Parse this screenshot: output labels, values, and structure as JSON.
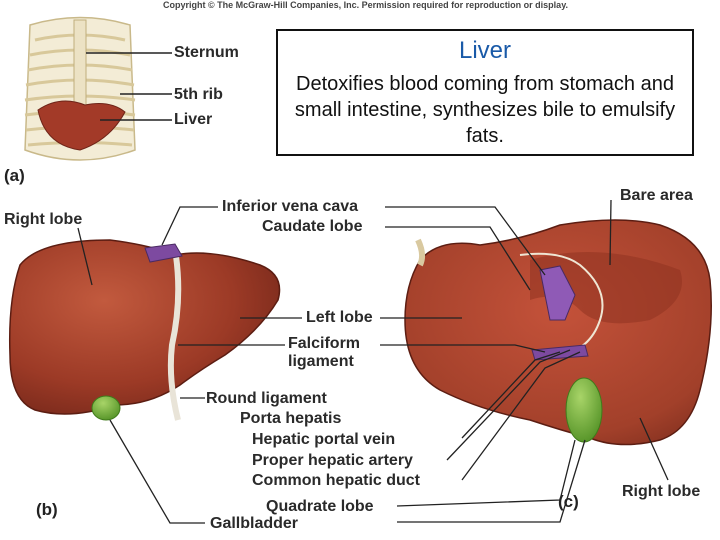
{
  "copyright": "Copyright © The McGraw-Hill Companies, Inc. Permission required for reproduction or display.",
  "infobox": {
    "title": "Liver",
    "description": "Detoxifies blood coming from stomach and small intestine, synthesizes bile to emulsify fats."
  },
  "panel_a": {
    "letter": "(a)",
    "labels": {
      "sternum": "Sternum",
      "fifth_rib": "5th rib",
      "liver": "Liver"
    }
  },
  "panel_b": {
    "letter": "(b)",
    "labels": {
      "right_lobe": "Right lobe",
      "inferior_vena_cava": "Inferior vena cava",
      "caudate_lobe": "Caudate lobe",
      "left_lobe": "Left lobe",
      "falciform_ligament_1": "Falciform",
      "falciform_ligament_2": "ligament",
      "round_ligament": "Round ligament",
      "porta_hepatis": "Porta hepatis",
      "hepatic_portal_vein": "Hepatic portal vein",
      "proper_hepatic_artery": "Proper hepatic artery",
      "common_hepatic_duct": "Common hepatic duct",
      "quadrate_lobe": "Quadrate lobe",
      "gallbladder": "Gallbladder"
    }
  },
  "panel_c": {
    "letter": "(c)",
    "labels": {
      "bare_area": "Bare area",
      "right_lobe": "Right lobe"
    }
  },
  "colors": {
    "liver": "#9c3a26",
    "liver_dark": "#6e2418",
    "liver_light": "#c25a3e",
    "gallbladder": "#6cae3a",
    "vena_cava": "#7d4aa0",
    "ligament": "#e9e4d8",
    "bone": "#ece2c4",
    "infobox_title": "#1a5aa8"
  }
}
